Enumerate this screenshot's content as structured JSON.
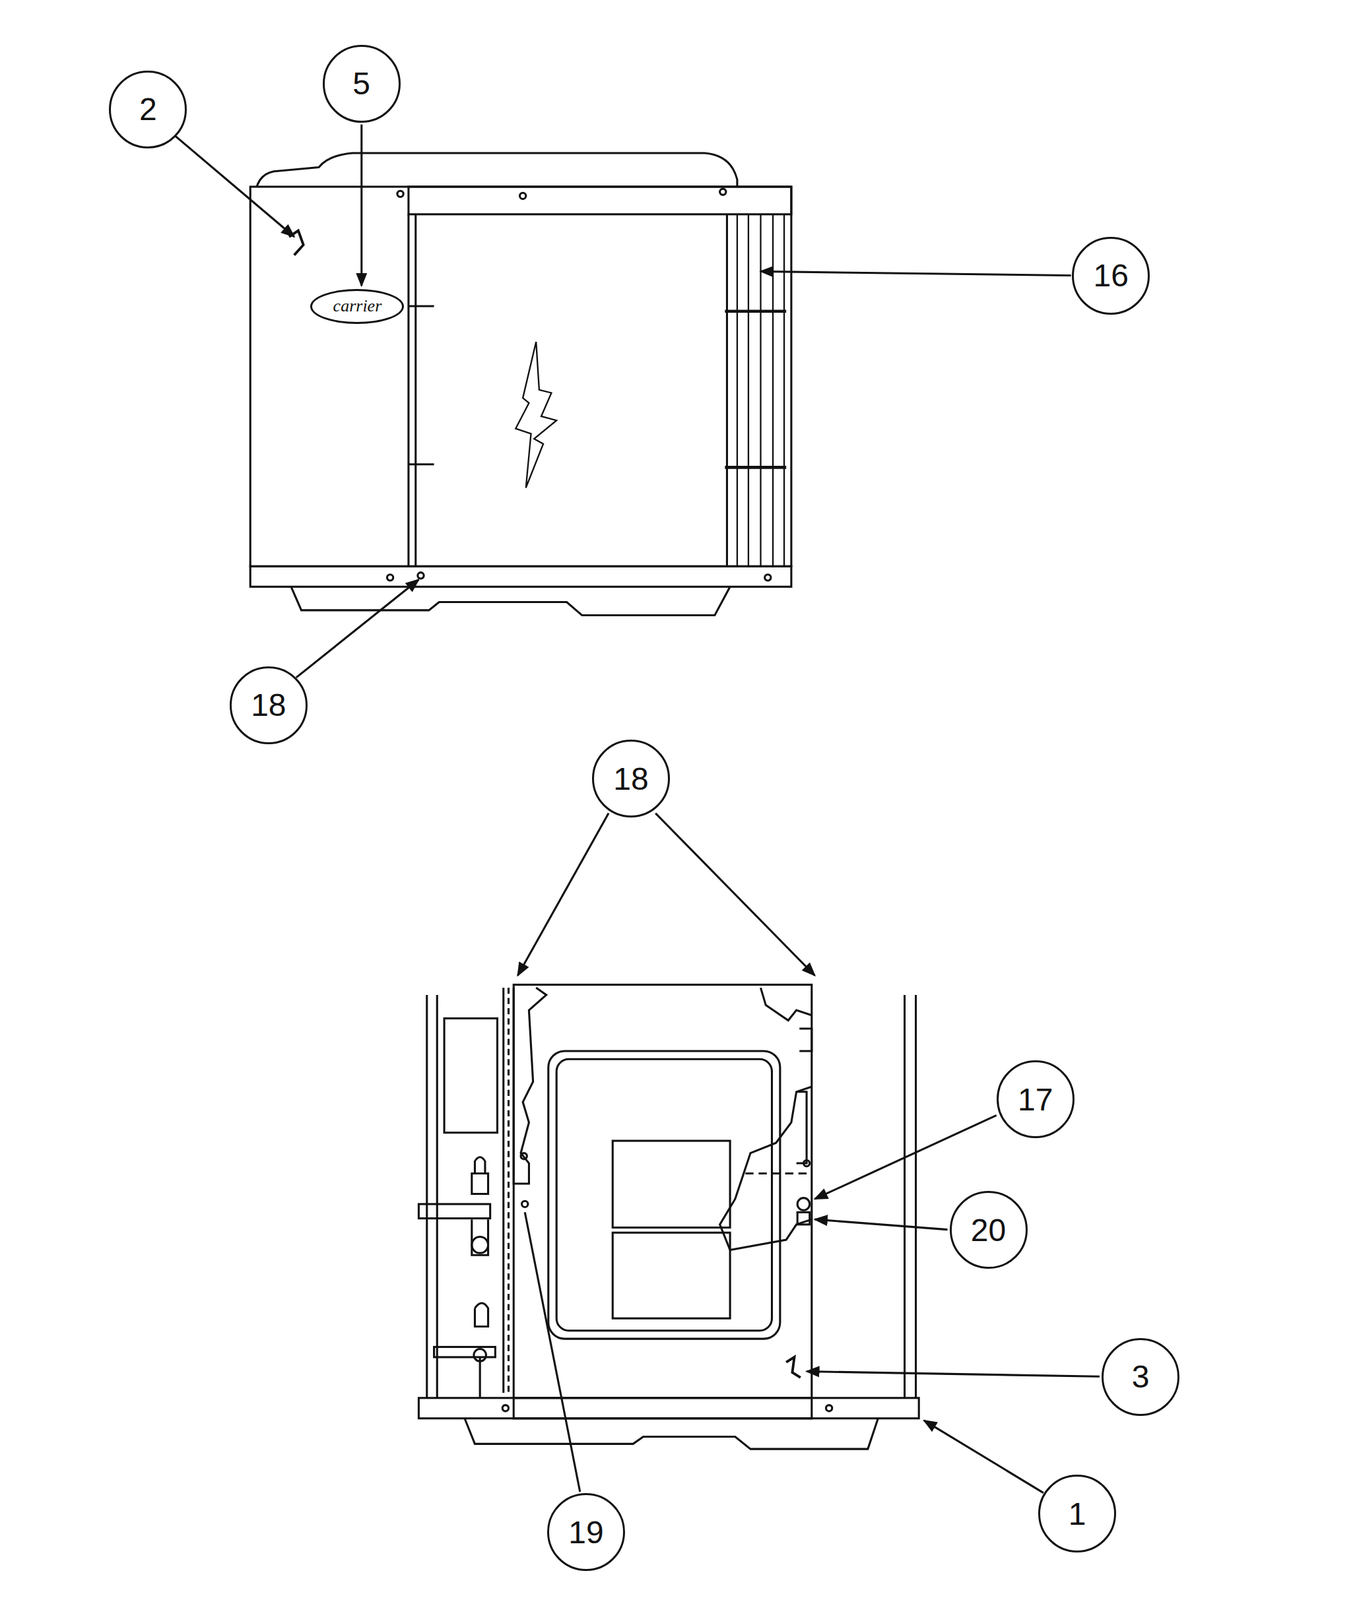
{
  "diagram": {
    "nodes": [
      {
        "text": [
          "2"
        ]
      },
      {
        "text": [
          "5"
        ]
      },
      {
        "text": [
          "carrier"
        ]
      },
      {
        "text": [
          "16"
        ]
      },
      {
        "text": [
          "18"
        ]
      },
      {
        "text": [
          "18"
        ]
      },
      {
        "text": [
          "17"
        ]
      },
      {
        "text": [
          "20"
        ]
      },
      {
        "text": [
          "3"
        ]
      },
      {
        "text": [
          "1"
        ]
      },
      {
        "text": [
          "19"
        ]
      }
    ]
  }
}
